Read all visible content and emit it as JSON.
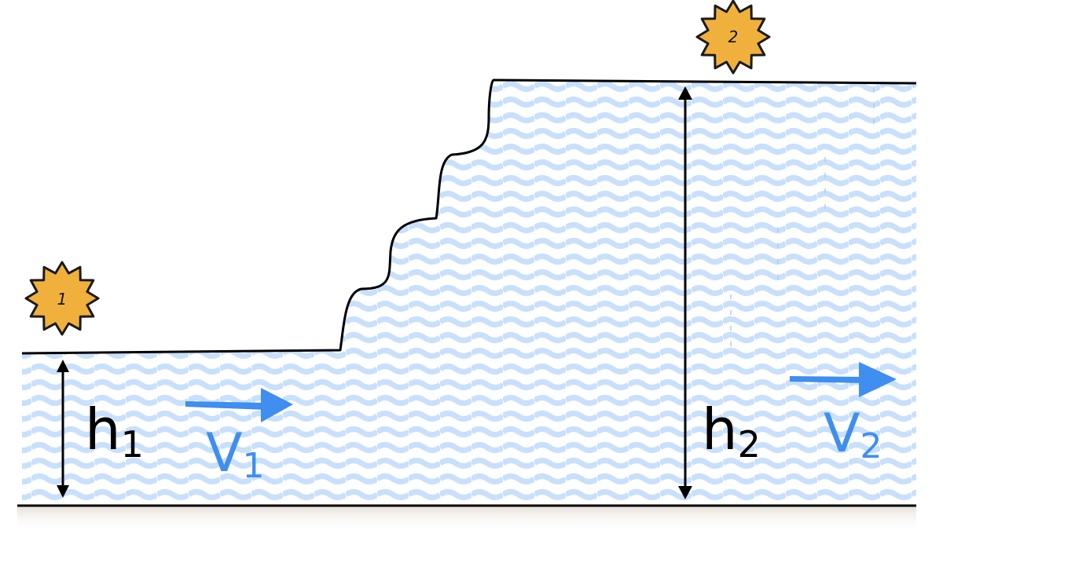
{
  "labels": {
    "h1": {
      "main": "h",
      "sub": "1"
    },
    "v1": {
      "main": "V",
      "sub": "1"
    },
    "h2": {
      "main": "h",
      "sub": "2"
    },
    "v2": {
      "main": "V",
      "sub": "2"
    }
  },
  "stations": [
    {
      "id": "1",
      "label": "1"
    },
    {
      "id": "2",
      "label": "2"
    }
  ],
  "colors": {
    "water_wave": "#c8e0fb",
    "outline": "#000000",
    "velocity": "#3f8ef0",
    "badge_fill": "#f0b13c",
    "badge_stroke": "#1a1a1a",
    "ground_shadow": "#ece6df"
  },
  "icons": {
    "station_marker": "star-badge-icon",
    "velocity_arrow": "arrow-right-icon",
    "height_arrow": "double-arrow-vertical-icon"
  }
}
